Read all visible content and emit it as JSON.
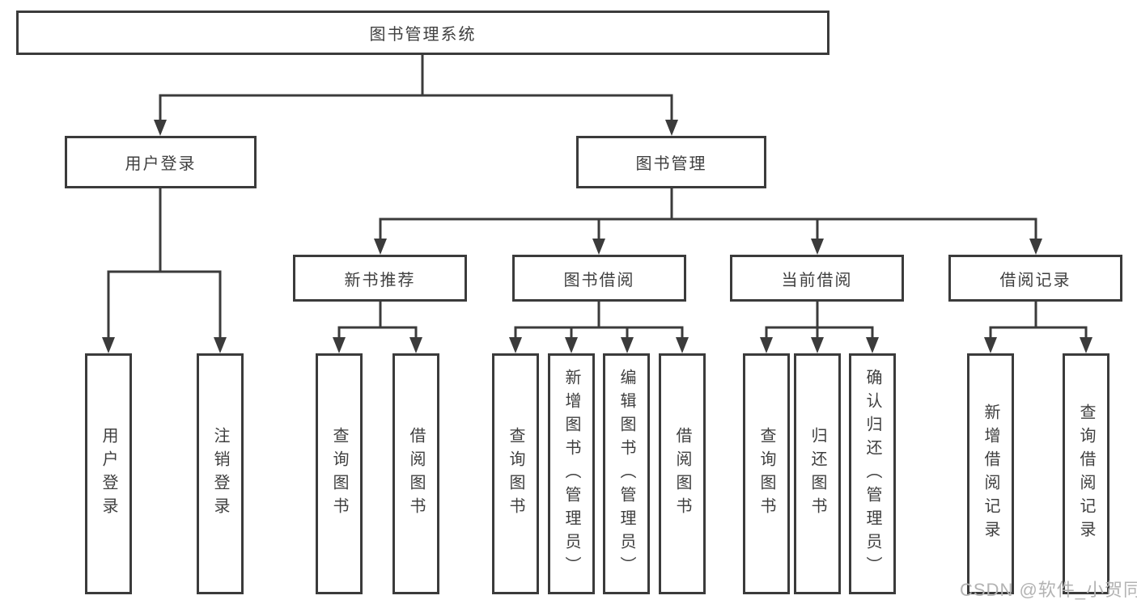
{
  "diagram": {
    "root": {
      "label": "图书管理系统"
    },
    "level2": [
      {
        "label": "用户登录"
      },
      {
        "label": "图书管理"
      }
    ],
    "level3": [
      {
        "label": "新书推荐"
      },
      {
        "label": "图书借阅"
      },
      {
        "label": "当前借阅"
      },
      {
        "label": "借阅记录"
      }
    ],
    "leaves": [
      {
        "label": "用户登录"
      },
      {
        "label": "注销登录"
      },
      {
        "label": "查询图书"
      },
      {
        "label": "借阅图书"
      },
      {
        "label": "查询图书"
      },
      {
        "label": "新增图书（管理员）"
      },
      {
        "label": "编辑图书（管理员）"
      },
      {
        "label": "借阅图书"
      },
      {
        "label": "查询图书"
      },
      {
        "label": "归还图书"
      },
      {
        "label": "确认归还（管理员）"
      },
      {
        "label": "新增借阅记录"
      },
      {
        "label": "查询借阅记录"
      }
    ]
  },
  "watermark": {
    "text": "CSDN @软件_小贺同学"
  },
  "colors": {
    "line": "#3b3b3b",
    "text": "#3f3f3f",
    "background": "#ffffff",
    "watermark": "#b3b3b3"
  }
}
